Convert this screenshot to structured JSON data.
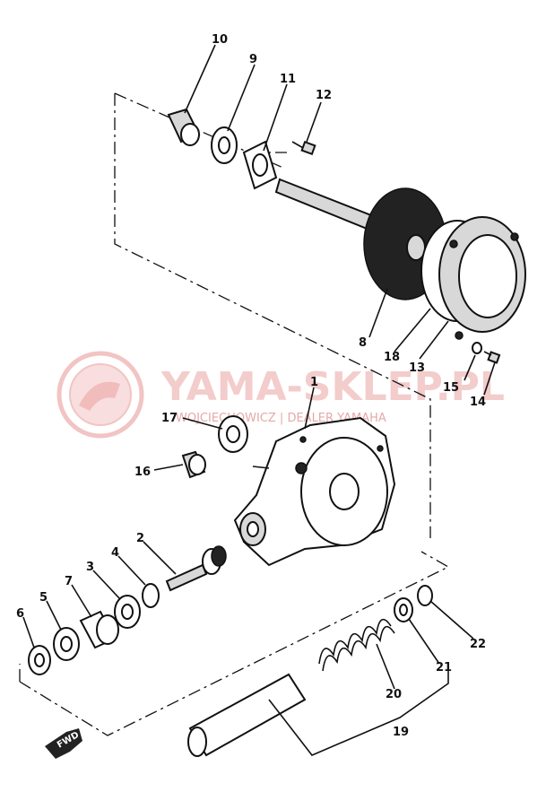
{
  "watermark": {
    "brand": "YAMA-SKLEP.PL",
    "subtitle": "WOJCIECHOWICZ | DEALER YAMAHA"
  },
  "forward_label": "FWD",
  "callouts": [
    {
      "id": "p10",
      "number": "10"
    },
    {
      "id": "p9",
      "number": "9"
    },
    {
      "id": "p11",
      "number": "11"
    },
    {
      "id": "p12",
      "number": "12"
    },
    {
      "id": "p8",
      "number": "8"
    },
    {
      "id": "p18",
      "number": "18"
    },
    {
      "id": "p13",
      "number": "13"
    },
    {
      "id": "p15",
      "number": "15"
    },
    {
      "id": "p14",
      "number": "14"
    },
    {
      "id": "p1",
      "number": "1"
    },
    {
      "id": "p17",
      "number": "17"
    },
    {
      "id": "p16",
      "number": "16"
    },
    {
      "id": "p2",
      "number": "2"
    },
    {
      "id": "p3",
      "number": "3"
    },
    {
      "id": "p4",
      "number": "4"
    },
    {
      "id": "p7",
      "number": "7"
    },
    {
      "id": "p5",
      "number": "5"
    },
    {
      "id": "p6",
      "number": "6"
    },
    {
      "id": "p22",
      "number": "22"
    },
    {
      "id": "p21",
      "number": "21"
    },
    {
      "id": "p20",
      "number": "20"
    },
    {
      "id": "p19",
      "number": "19"
    }
  ]
}
